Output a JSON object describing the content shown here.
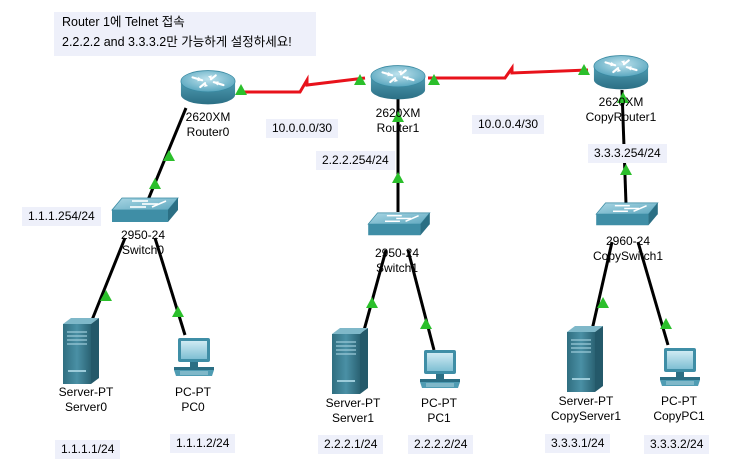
{
  "note": {
    "line1": "Router 1에 Telnet 접속",
    "line2": "2.2.2.2 and 3.3.3.2만 가능하게 설정하세요!"
  },
  "devices": {
    "router0": {
      "model": "2620XM",
      "name": "Router0"
    },
    "router1": {
      "model": "2620XM",
      "name": "Router1"
    },
    "copyrouter1": {
      "model": "2620XM",
      "name": "CopyRouter1"
    },
    "switch0": {
      "model": "2950-24",
      "name": "Switch0"
    },
    "switch1": {
      "model": "2950-24",
      "name": "Switch1"
    },
    "copyswitch1": {
      "model": "2960-24",
      "name": "CopySwitch1"
    },
    "server0": {
      "model": "Server-PT",
      "name": "Server0"
    },
    "pc0": {
      "model": "PC-PT",
      "name": "PC0"
    },
    "server1": {
      "model": "Server-PT",
      "name": "Server1"
    },
    "pc1": {
      "model": "PC-PT",
      "name": "PC1"
    },
    "copyserver1": {
      "model": "Server-PT",
      "name": "CopyServer1"
    },
    "copypc1": {
      "model": "PC-PT",
      "name": "CopyPC1"
    }
  },
  "networks": {
    "r0_r1": "10.0.0.0/30",
    "r1_cr1": "10.0.0.4/30",
    "lan0_gw": "1.1.1.254/24",
    "lan1_gw": "2.2.2.254/24",
    "lan2_gw": "3.3.3.254/24"
  },
  "hosts": {
    "server0_ip": "1.1.1.1/24",
    "pc0_ip": "1.1.1.2/24",
    "server1_ip": "2.2.2.1/24",
    "pc1_ip": "2.2.2.2/24",
    "copyserver1_ip": "3.3.3.1/24",
    "copypc1_ip": "3.3.3.2/24"
  },
  "colors": {
    "serial_link": "#e8121b",
    "ethernet_link": "#000000",
    "link_up": "#2bbf2b",
    "router_body": "#3f93aa",
    "switch_body": "#3f93aa",
    "label_bg": "#eef0fa"
  }
}
